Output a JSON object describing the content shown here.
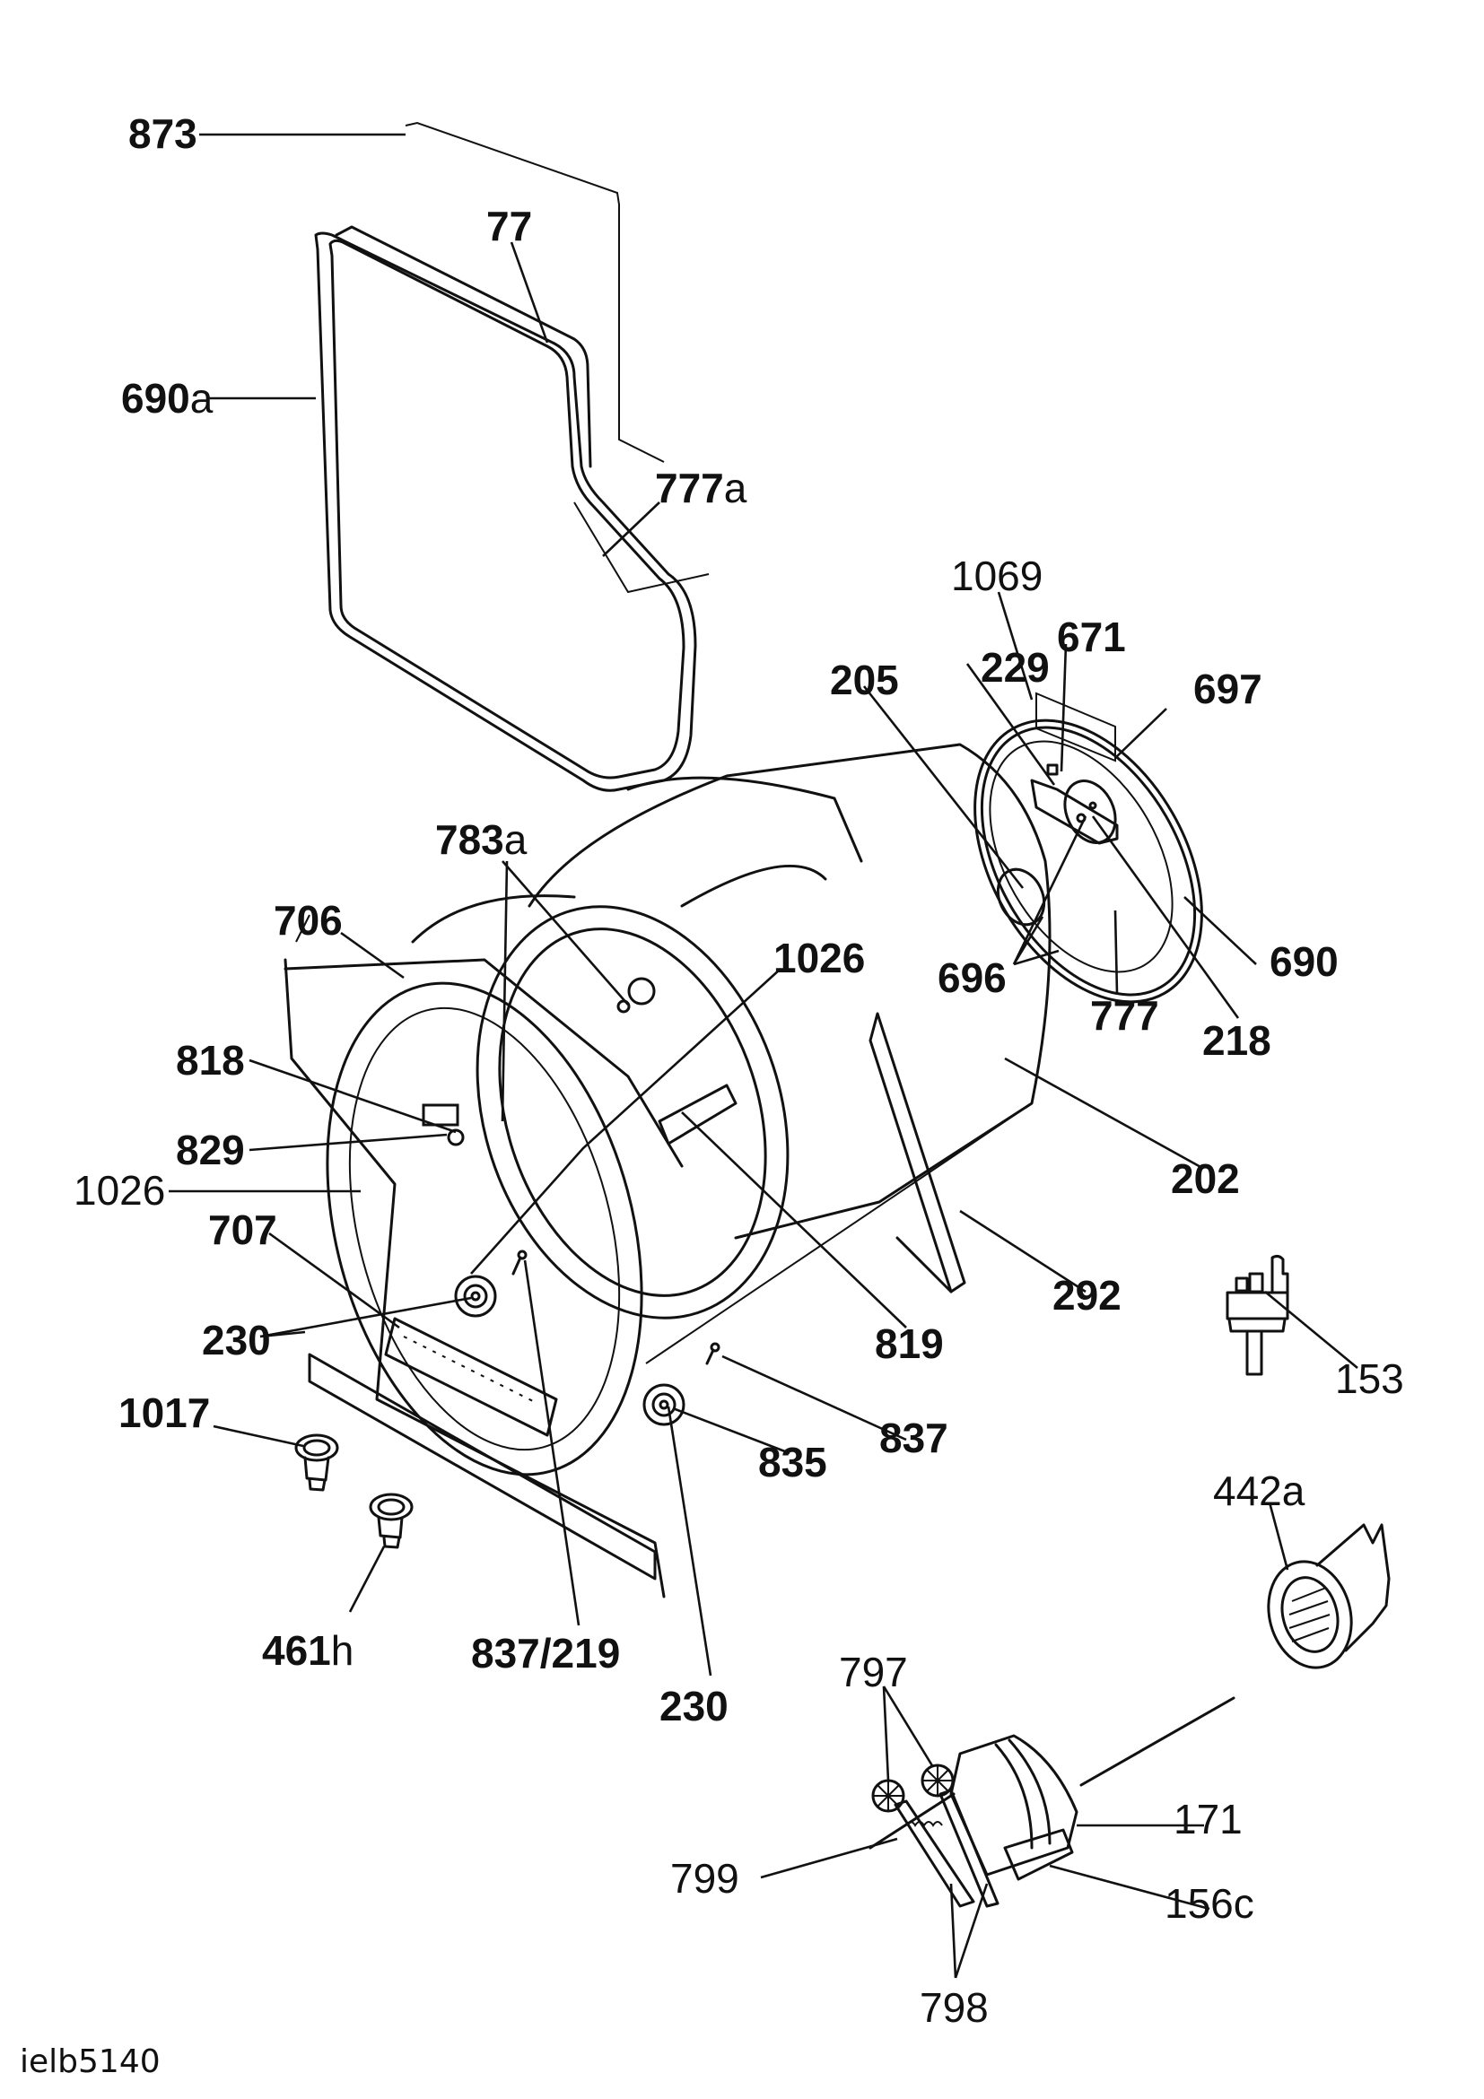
{
  "diagram": {
    "title": "Dryer drum assembly – exploded parts view",
    "caption": "ielb5140",
    "labels": {
      "l873": {
        "num": "873",
        "suffix": ""
      },
      "l77": {
        "num": "77",
        "suffix": ""
      },
      "l690a": {
        "num": "690",
        "suffix": "a"
      },
      "l777a": {
        "num": "777",
        "suffix": "a"
      },
      "l1069": {
        "num": "1069",
        "suffix": ""
      },
      "l671": {
        "num": "671",
        "suffix": ""
      },
      "l205": {
        "num": "205",
        "suffix": ""
      },
      "l229": {
        "num": "229",
        "suffix": ""
      },
      "l697": {
        "num": "697",
        "suffix": ""
      },
      "l783a": {
        "num": "783",
        "suffix": "a"
      },
      "l706": {
        "num": "706",
        "suffix": ""
      },
      "l1026r": {
        "num": "1026",
        "suffix": ""
      },
      "l696": {
        "num": "696",
        "suffix": ""
      },
      "l690": {
        "num": "690",
        "suffix": ""
      },
      "l777": {
        "num": "777",
        "suffix": ""
      },
      "l218": {
        "num": "218",
        "suffix": ""
      },
      "l818": {
        "num": "818",
        "suffix": ""
      },
      "l829": {
        "num": "829",
        "suffix": ""
      },
      "l1026l": {
        "num": "1026",
        "suffix": ""
      },
      "l707": {
        "num": "707",
        "suffix": ""
      },
      "l202": {
        "num": "202",
        "suffix": ""
      },
      "l292": {
        "num": "292",
        "suffix": ""
      },
      "l230a": {
        "num": "230",
        "suffix": ""
      },
      "l819": {
        "num": "819",
        "suffix": ""
      },
      "l153": {
        "num": "153",
        "suffix": ""
      },
      "l1017": {
        "num": "1017",
        "suffix": ""
      },
      "l835": {
        "num": "835",
        "suffix": ""
      },
      "l837": {
        "num": "837",
        "suffix": ""
      },
      "l442a": {
        "num": "442",
        "suffix": "a"
      },
      "l461h": {
        "num": "461",
        "suffix": "h"
      },
      "l837_219": {
        "num": "837/219",
        "suffix": ""
      },
      "l230b": {
        "num": "230",
        "suffix": ""
      },
      "l797": {
        "num": "797",
        "suffix": ""
      },
      "l171": {
        "num": "171",
        "suffix": ""
      },
      "l799": {
        "num": "799",
        "suffix": ""
      },
      "l156c": {
        "num": "156",
        "suffix": "c"
      },
      "l798": {
        "num": "798",
        "suffix": ""
      }
    }
  }
}
